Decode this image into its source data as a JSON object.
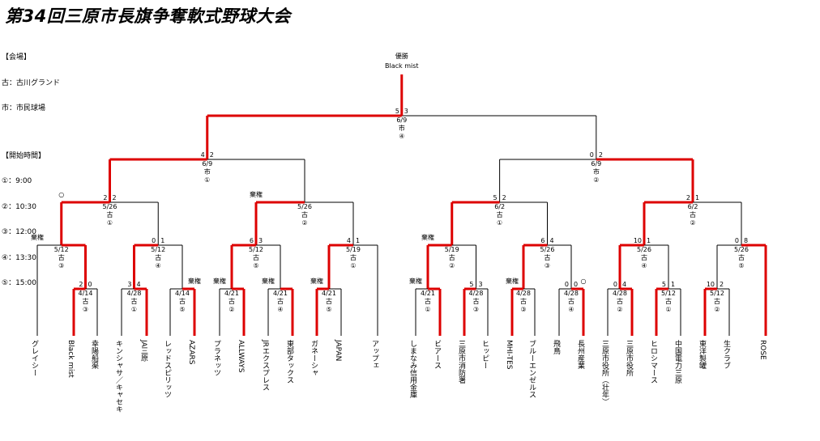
{
  "title": "第34回三原市長旗争奪軟式野球大会",
  "legend": {
    "venue_header": "【会場】",
    "venues": [
      "古：古川グランド",
      "市：市民球場"
    ],
    "time_header": "【開始時間】",
    "times": [
      "①：9:00",
      "②：10:30",
      "③：12:00",
      "④：13:30",
      "⑤：15:00"
    ]
  },
  "champion": {
    "label": "優勝",
    "team": "Black mist"
  },
  "teams": [
    "グレイシー",
    "Black mist",
    "幸陽船渠",
    "キンシャサ／キャセキ",
    "JA三原",
    "レッドスピリッツ",
    "AZARS",
    "プラネッツ",
    "ALLWAYS",
    "JRエクスプレス",
    "東部タックス",
    "ガネーシャ",
    "JAPAN",
    "アップェ",
    "しまなみ信用金庫",
    "ビアース",
    "三原市消防署",
    "ヒッピー",
    "MHI-TES",
    "ブルーエンゼルス",
    "飛鳥",
    "長州産業",
    "三原市役所（壮年）",
    "三原市役所",
    "ヒロシマース",
    "中国電力三原",
    "東洋製罐",
    "生クラブ",
    "ROSE"
  ],
  "matches": [
    {
      "date": "4/14",
      "venue": "古",
      "slot": "③",
      "score_l": "2",
      "score_r": "0",
      "note_l": "",
      "note_r": ""
    },
    {
      "date": "4/28",
      "venue": "古",
      "slot": "①",
      "score_l": "3",
      "score_r": "4",
      "note_l": "",
      "note_r": ""
    },
    {
      "date": "4/14",
      "venue": "古",
      "slot": "⑤",
      "score_l": "",
      "score_r": "",
      "note_l": "",
      "note_r": "棄権"
    },
    {
      "date": "4/21",
      "venue": "古",
      "slot": "②",
      "score_l": "",
      "score_r": "",
      "note_l": "棄権",
      "note_r": ""
    },
    {
      "date": "4/21",
      "venue": "古",
      "slot": "④",
      "score_l": "",
      "score_r": "",
      "note_l": "棄権",
      "note_r": ""
    },
    {
      "date": "4/21",
      "venue": "古",
      "slot": "⑤",
      "score_l": "",
      "score_r": "",
      "note_l": "棄権",
      "note_r": ""
    },
    {
      "date": "4/21",
      "venue": "古",
      "slot": "①",
      "score_l": "",
      "score_r": "",
      "note_l": "棄権",
      "note_r": ""
    },
    {
      "date": "4/28",
      "venue": "古",
      "slot": "③",
      "score_l": "5",
      "score_r": "3",
      "note_l": "",
      "note_r": ""
    },
    {
      "date": "4/28",
      "venue": "古",
      "slot": "③",
      "score_l": "",
      "score_r": "",
      "note_l": "棄権",
      "note_r": ""
    },
    {
      "date": "4/28",
      "venue": "古",
      "slot": "④",
      "score_l": "0",
      "score_r": "0",
      "note_l": "",
      "note_r": "○"
    },
    {
      "date": "4/28",
      "venue": "古",
      "slot": "②",
      "score_l": "0",
      "score_r": "4",
      "note_l": "",
      "note_r": ""
    },
    {
      "date": "5/12",
      "venue": "古",
      "slot": "①",
      "score_l": "5",
      "score_r": "1",
      "note_l": "",
      "note_r": ""
    },
    {
      "date": "5/12",
      "venue": "古",
      "slot": "②",
      "score_l": "10",
      "score_r": "2",
      "note_l": "",
      "note_r": ""
    },
    {
      "date": "5/12",
      "venue": "古",
      "slot": "③",
      "score_l": "",
      "score_r": "",
      "note_l": "棄権",
      "note_r": ""
    },
    {
      "date": "5/12",
      "venue": "古",
      "slot": "④",
      "score_l": "0",
      "score_r": "1",
      "note_l": "",
      "note_r": ""
    },
    {
      "date": "5/12",
      "venue": "古",
      "slot": "⑤",
      "score_l": "6",
      "score_r": "3",
      "note_l": "",
      "note_r": ""
    },
    {
      "date": "5/19",
      "venue": "古",
      "slot": "①",
      "score_l": "4",
      "score_r": "1",
      "note_l": "",
      "note_r": ""
    },
    {
      "date": "5/19",
      "venue": "古",
      "slot": "②",
      "score_l": "",
      "score_r": "",
      "note_l": "棄権",
      "note_r": ""
    },
    {
      "date": "5/26",
      "venue": "古",
      "slot": "③",
      "score_l": "6",
      "score_r": "4",
      "note_l": "",
      "note_r": ""
    },
    {
      "date": "5/26",
      "venue": "古",
      "slot": "④",
      "score_l": "10",
      "score_r": "1",
      "note_l": "",
      "note_r": ""
    },
    {
      "date": "5/26",
      "venue": "古",
      "slot": "⑤",
      "score_l": "0",
      "score_r": "8",
      "note_l": "",
      "note_r": ""
    },
    {
      "date": "5/26",
      "venue": "古",
      "slot": "①",
      "score_l": "2",
      "score_r": "2",
      "note_l": "○",
      "note_r": ""
    },
    {
      "date": "5/26",
      "venue": "古",
      "slot": "②",
      "score_l": "",
      "score_r": "",
      "note_l": "棄権",
      "note_r": ""
    },
    {
      "date": "6/2",
      "venue": "古",
      "slot": "①",
      "score_l": "5",
      "score_r": "2",
      "note_l": "",
      "note_r": ""
    },
    {
      "date": "6/2",
      "venue": "古",
      "slot": "②",
      "score_l": "2",
      "score_r": "1",
      "note_l": "",
      "note_r": ""
    },
    {
      "date": "6/9",
      "venue": "市",
      "slot": "①",
      "score_l": "4",
      "score_r": "2",
      "note_l": "",
      "note_r": ""
    },
    {
      "date": "6/9",
      "venue": "市",
      "slot": "②",
      "score_l": "0",
      "score_r": "2",
      "note_l": "",
      "note_r": ""
    },
    {
      "date": "6/9",
      "venue": "市",
      "slot": "④",
      "score_l": "5",
      "score_r": "3",
      "note_l": "",
      "note_r": ""
    }
  ],
  "colors": {
    "win_line": "#dd0000",
    "line": "#000000"
  }
}
